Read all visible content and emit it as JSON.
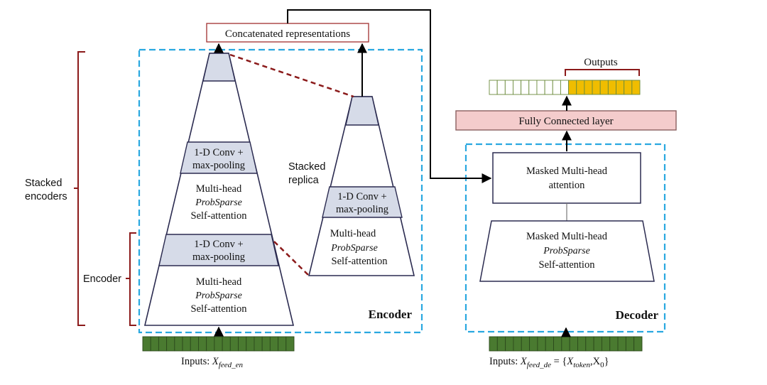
{
  "top": {
    "concat_label": "Concatenated representations"
  },
  "left": {
    "stacked_encoders": [
      "Stacked",
      "encoders"
    ],
    "encoder": "Encoder"
  },
  "encoder": {
    "title": "Encoder",
    "conv_upper": [
      "1-D Conv +",
      "max-pooling"
    ],
    "attn_upper": [
      "Multi-head",
      "ProbSparse",
      "Self-attention"
    ],
    "conv_lower": [
      "1-D Conv +",
      "max-pooling"
    ],
    "attn_lower": [
      "Multi-head",
      "ProbSparse",
      "Self-attention"
    ],
    "replica_label": [
      "Stacked",
      "replica"
    ],
    "replica_conv": [
      "1-D Conv +",
      "max-pooling"
    ],
    "replica_attn": [
      "Multi-head",
      "ProbSparse",
      "Self-attention"
    ]
  },
  "decoder": {
    "title": "Decoder",
    "masked_attn": [
      "Masked Multi-head",
      "attention"
    ],
    "masked_sparse": [
      "Masked Multi-head",
      "ProbSparse",
      "Self-attention"
    ],
    "fc_layer": "Fully Connected layer",
    "outputs": "Outputs"
  },
  "inputs": {
    "encoder_prefix": "Inputs: ",
    "encoder_var": "X",
    "encoder_sub": "feed_en",
    "decoder_prefix": "Inputs: ",
    "decoder_var": "X",
    "decoder_sub": "feed_de",
    "decoder_eq": " = {",
    "decoder_tok_var": "X",
    "decoder_tok_sub": "token",
    "decoder_sep": ",",
    "decoder_x0": "X",
    "decoder_x0_sub": "0",
    "decoder_close": "}"
  },
  "colors": {
    "dashed_box": "#29a8e0",
    "bracket": "#8b1a1a",
    "conv_fill": "#d6dbe8",
    "fc_fill": "#f4cccc",
    "fc_stroke": "#8a6060",
    "input_bar": "#4a7a30",
    "output_on": "#f0bd00",
    "output_off": "#ffffff",
    "output_grid": "#6a8a3a"
  }
}
